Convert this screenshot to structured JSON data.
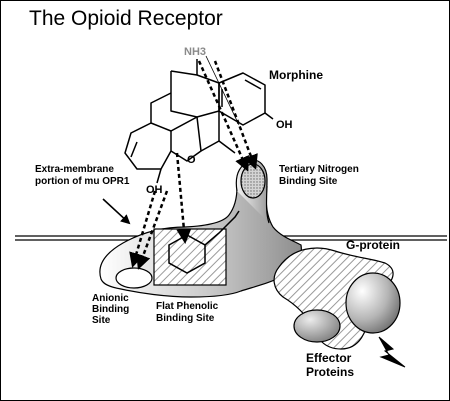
{
  "title": "The Opioid Receptor",
  "labels": {
    "morphine": "Morphine",
    "nh3": "NH3",
    "oh_right": "OH",
    "oh_left": "OH",
    "o_bridge": "O",
    "extra_membrane_1": "Extra-membrane",
    "extra_membrane_2": "portion of mu OPR1",
    "tertiary_1": "Tertiary Nitrogen",
    "tertiary_2": "Binding Site",
    "gprotein": "G-protein",
    "anionic_1": "Anionic",
    "anionic_2": "Binding",
    "anionic_3": "Site",
    "flat_1": "Flat Phenolic",
    "flat_2": "Binding Site",
    "effector_1": "Effector",
    "effector_2": "Proteins"
  }
}
